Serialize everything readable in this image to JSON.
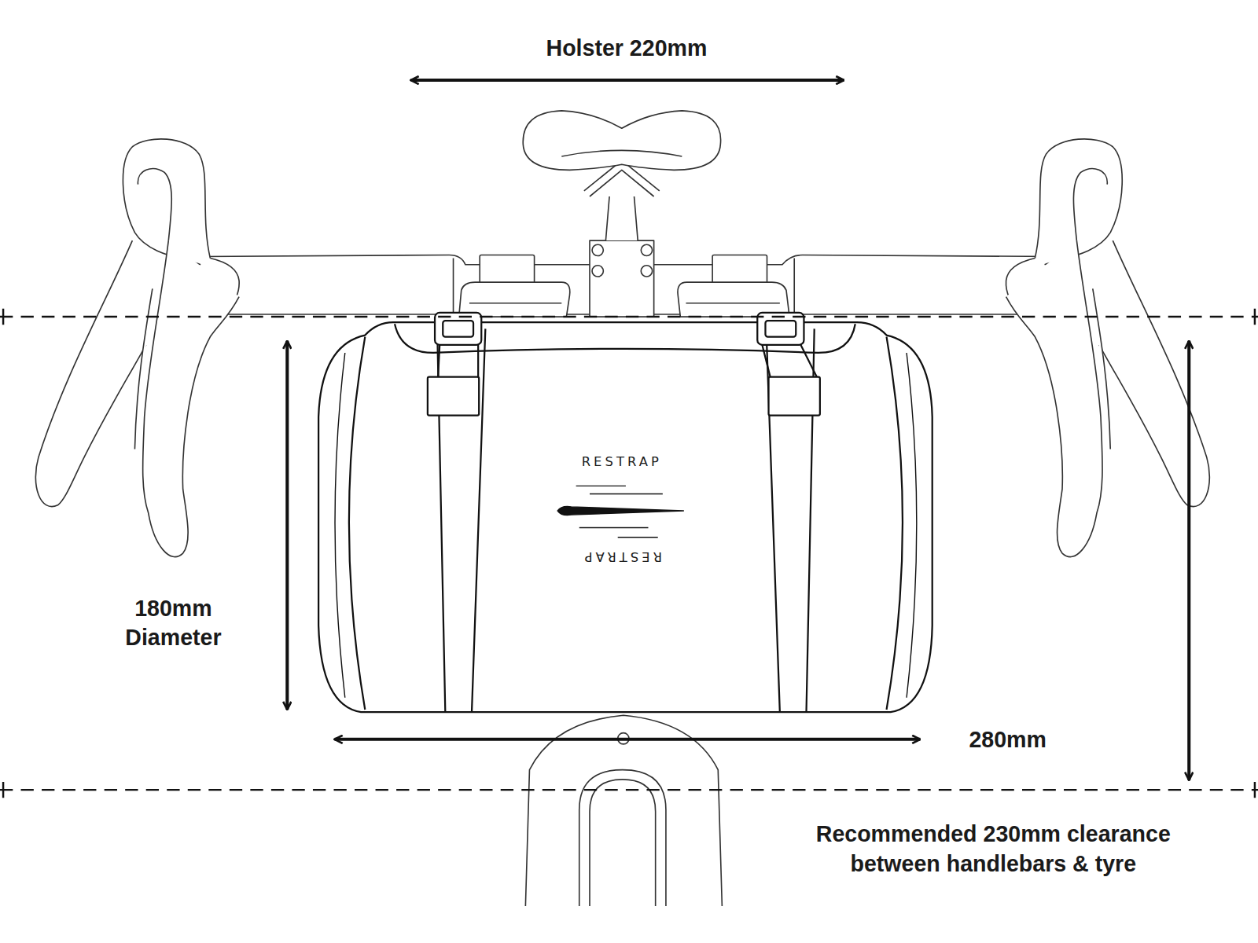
{
  "diagram": {
    "labels": [
      "Holster 220mm",
      "180mm Diameter",
      "280mm",
      "Recommended 230mm clearance between handlebars & tyre",
      "RESTRAP",
      "RESTRAP"
    ]
  }
}
